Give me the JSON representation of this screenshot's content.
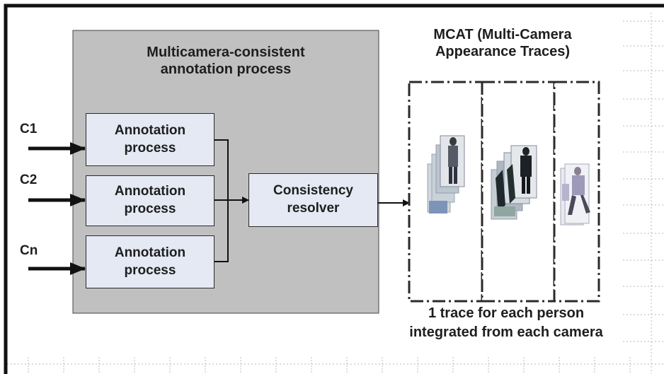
{
  "process": {
    "title": "Multicamera-consistent\nannotation process"
  },
  "inputs": [
    {
      "label": "C1"
    },
    {
      "label": "C2"
    },
    {
      "label": "Cn"
    }
  ],
  "annotation_boxes": [
    {
      "label": "Annotation\nprocess"
    },
    {
      "label": "Annotation\nprocess"
    },
    {
      "label": "Annotation\nprocess"
    }
  ],
  "resolver": {
    "label": "Consistency\nresolver"
  },
  "mcat": {
    "title": "MCAT (Multi-Camera\nAppearance Traces)",
    "caption": "1 trace for each person\nintegrated from each camera"
  },
  "colors": {
    "process_fill": "#c0c0c0",
    "box_fill": "#e4e9f4",
    "line": "#111111"
  }
}
